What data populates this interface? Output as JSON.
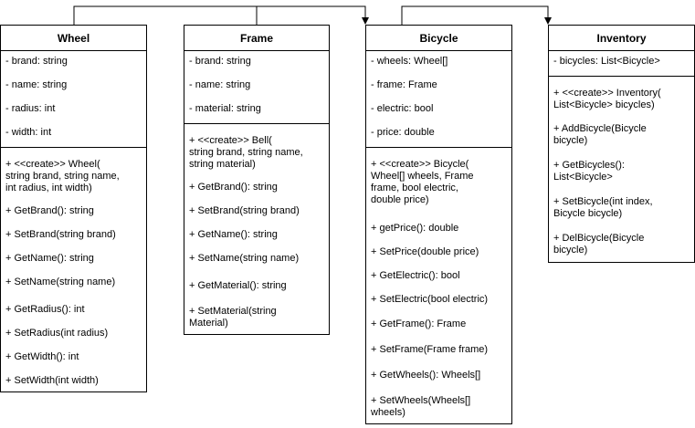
{
  "classes": {
    "wheel": {
      "name": "Wheel",
      "attributes": [
        "- brand: string",
        "- name: string",
        "- radius: int",
        "- width: int"
      ],
      "methods": [
        "+ <<create>> Wheel(\nstring brand, string name,\nint radius, int width)",
        "+ GetBrand(): string",
        "+ SetBrand(string brand)",
        "+ GetName(): string",
        "+ SetName(string name)",
        "+ GetRadius(): int",
        "+ SetRadius(int radius)",
        "+ GetWidth(): int",
        "+ SetWidth(int width)"
      ]
    },
    "frame": {
      "name": "Frame",
      "attributes": [
        "- brand: string",
        "- name: string",
        "- material: string"
      ],
      "methods": [
        "+ <<create>> Bell(\nstring brand, string name,\nstring material)",
        "+ GetBrand(): string",
        "+ SetBrand(string brand)",
        "+ GetName(): string",
        "+ SetName(string name)",
        "+ GetMaterial(): string",
        "+ SetMaterial(string\nMaterial)"
      ]
    },
    "bicycle": {
      "name": "Bicycle",
      "attributes": [
        "- wheels: Wheel[]",
        "- frame: Frame",
        "- electric: bool",
        "- price: double"
      ],
      "methods": [
        "+ <<create>> Bicycle(\nWheel[] wheels, Frame\nframe, bool electric,\ndouble price)",
        "+ getPrice(): double",
        "+ SetPrice(double price)",
        "+ GetElectric(): bool",
        "+ SetElectric(bool electric)",
        "+ GetFrame(): Frame",
        "+ SetFrame(Frame frame)",
        "+ GetWheels(): Wheels[]",
        "+ SetWheels(Wheels[]\nwheels)"
      ]
    },
    "inventory": {
      "name": "Inventory",
      "attributes": [
        "- bicycles: List<Bicycle>"
      ],
      "methods": [
        "+ <<create>> Inventory(\nList<Bicycle> bicycles)",
        "+ AddBicycle(Bicycle\nbicycle)",
        "+ GetBicycles():\nList<Bicycle>",
        "+ SetBicycle(int index,\nBicycle bicycle)",
        "+ DelBicycle(Bicycle\nbicycle)"
      ]
    }
  }
}
